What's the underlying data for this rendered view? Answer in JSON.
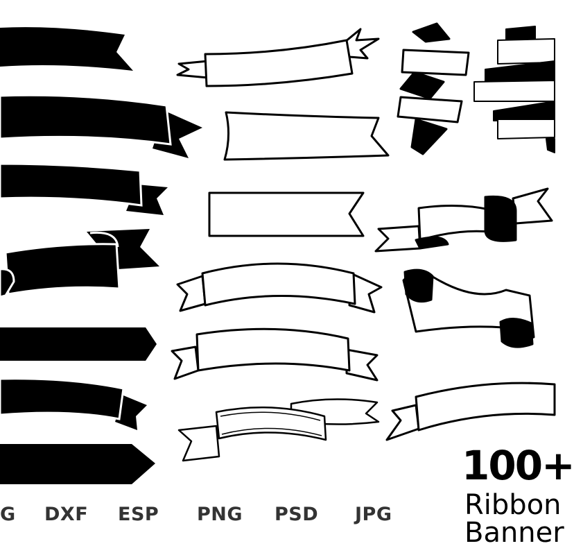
{
  "colors": {
    "ink": "#000000",
    "background": "#ffffff",
    "label": "#333333"
  },
  "formats": [
    "G",
    "DXF",
    "ESP",
    "PNG",
    "PSD",
    "JPG"
  ],
  "headline": {
    "count": "100+",
    "line1": "Ribbon",
    "line2": "Banner"
  }
}
